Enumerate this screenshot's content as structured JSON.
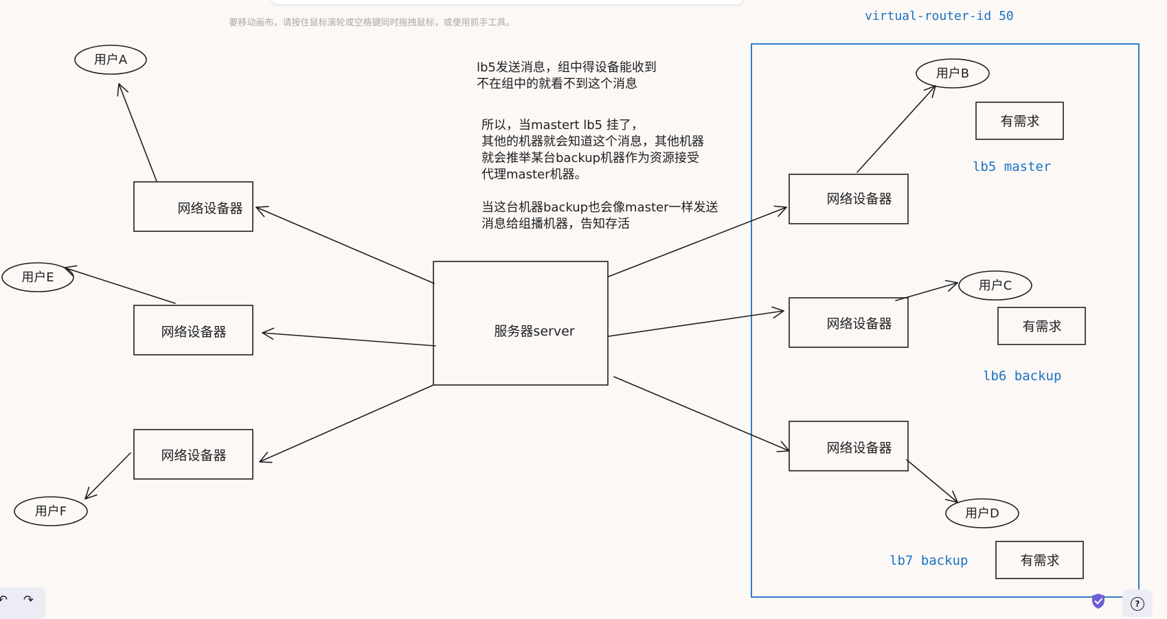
{
  "canvas_hint": "要移动画布，请按住鼠标滚轮或空格键同时拖拽鼠标，或使用抓手工具。",
  "group_title": "virtual-router-id 50",
  "notes": {
    "multicast_line1": "lb5发送消息，组中得设备能收到",
    "multicast_line2": "不在组中的就看不到这个消息",
    "failover_line1": "所以，当mastert lb5 挂了，",
    "failover_line2": "其他的机器就会知道这个消息，其他机器",
    "failover_line3": "就会推举某台backup机器作为资源接受",
    "failover_line4": "代理master机器。",
    "failover_line5": "当这台机器backup也会像master一样发送",
    "failover_line6": "消息给组播机器，告知存活"
  },
  "server": {
    "label": "服务器server"
  },
  "left_devices": [
    {
      "label": "网络设备器"
    },
    {
      "label": "网络设备器"
    },
    {
      "label": "网络设备器"
    }
  ],
  "right_devices": [
    {
      "label": "网络设备器",
      "role": "lb5 master",
      "need": "有需求"
    },
    {
      "label": "网络设备器",
      "role": "lb6 backup",
      "need": "有需求"
    },
    {
      "label": "网络设备器",
      "role": "lb7 backup",
      "need": "有需求"
    }
  ],
  "users": {
    "a": "用户A",
    "b": "用户B",
    "c": "用户C",
    "d": "用户D",
    "e": "用户E",
    "f": "用户F"
  },
  "toolbar": {
    "undo_icon": "undo-icon",
    "redo_icon": "redo-icon",
    "help_label": "?"
  },
  "colors": {
    "accent": "#1971c2",
    "stroke": "#1e1e1e",
    "background": "#fcf8f6"
  }
}
